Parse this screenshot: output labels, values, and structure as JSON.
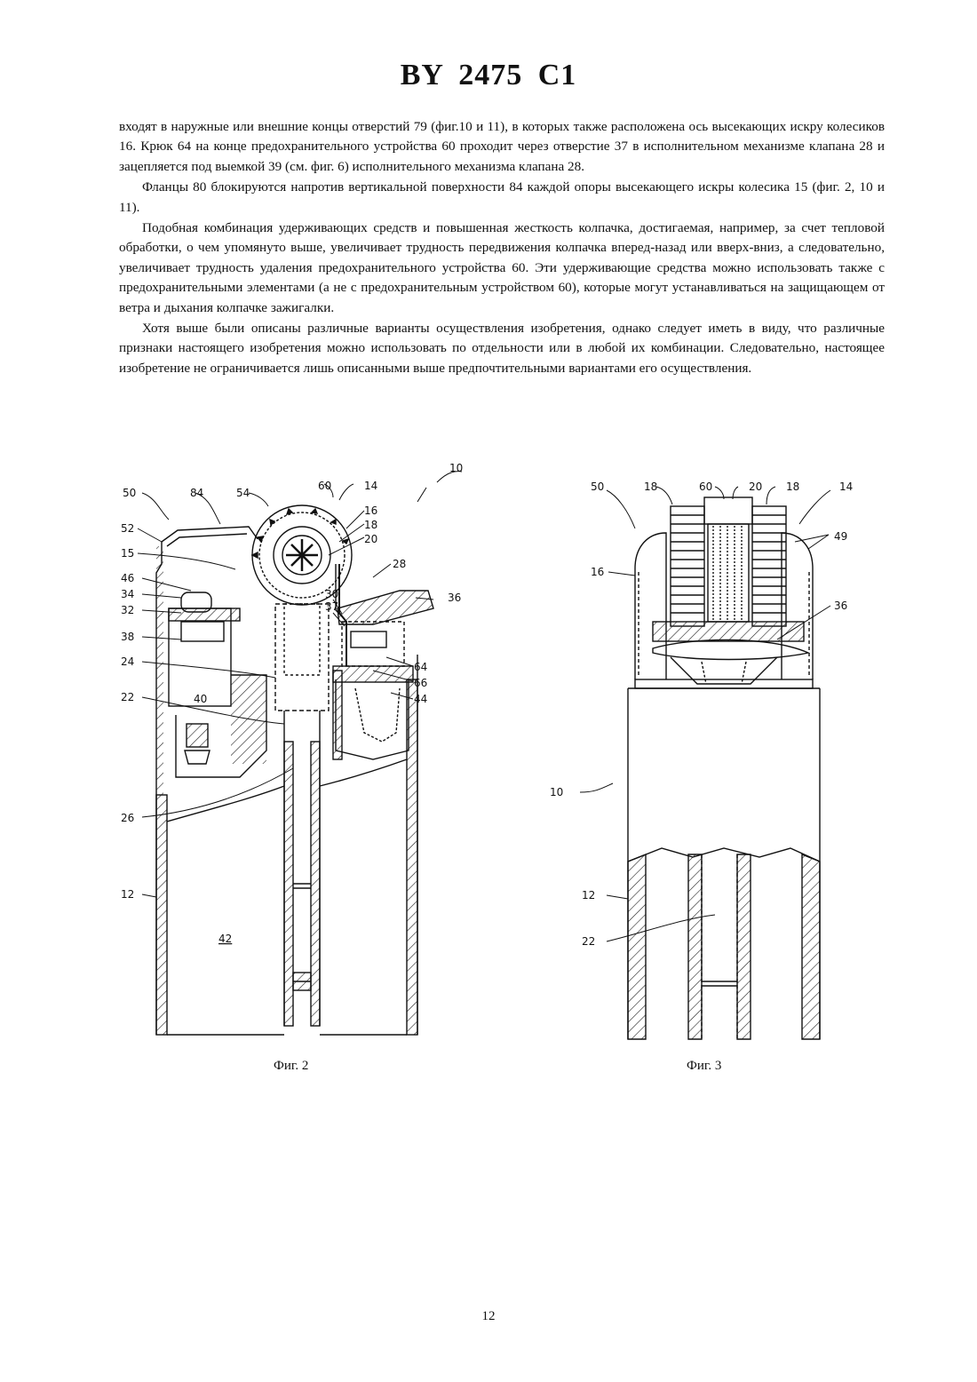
{
  "header": {
    "title": "BY 2475 C1"
  },
  "body": {
    "paragraphs": [
      "входят в наружные или внешние концы отверстий 79 (фиг.10 и 11), в которых также расположена ось высекающих искру колесиков 16. Крюк 64 на конце предохранительного устройства 60 проходит через отверстие 37 в исполнительном механизме клапана 28 и зацепляется под выемкой 39 (см. фиг. 6) исполнительного механизма клапана 28.",
      "Фланцы 80 блокируются напротив вертикальной поверхности 84 каждой опоры высекающего искры колесика 15 (фиг. 2, 10 и 11).",
      "Подобная комбинация удерживающих средств и повышенная жесткость колпачка, достигаемая, например, за счет тепловой обработки, о чем упомянуто выше, увеличивает трудность передвижения колпачка вперед-назад или вверх-вниз, а следовательно, увеличивает трудность удаления предохранительного устройства 60. Эти удерживающие средства можно использовать также с предохранительными элементами (а не с предохранительным устройством 60), которые могут устанавливаться на защищающем от ветра и дыхания колпачке зажигалки.",
      "Хотя выше были описаны различные варианты осуществления изобретения, однако следует иметь в виду, что различные признаки настоящего изобретения можно использовать по отдельности или в любой их комбинации. Следовательно, настоящее изобретение не ограничивается лишь описанными выше предпочтительными вариантами его осуществления."
    ]
  },
  "figures": {
    "fig2": {
      "caption": "Фиг. 2",
      "labels": {
        "l10": "10",
        "l50": "50",
        "l84": "84",
        "l54": "54",
        "l60": "60",
        "l14": "14",
        "l16": "16",
        "l18": "18",
        "l20": "20",
        "l52": "52",
        "l15": "15",
        "l28": "28",
        "l46": "46",
        "l34": "34",
        "l30": "30",
        "l37": "37",
        "l36": "36",
        "l32": "32",
        "l38": "38",
        "l24": "24",
        "l64": "64",
        "l66": "66",
        "l22": "22",
        "l40": "40",
        "l44": "44",
        "l26": "26",
        "l12": "12",
        "l42": "42"
      }
    },
    "fig3": {
      "caption": "Фиг. 3",
      "labels": {
        "l50": "50",
        "l18a": "18",
        "l60": "60",
        "l20": "20",
        "l18b": "18",
        "l14": "14",
        "l49": "49",
        "l16": "16",
        "l36": "36",
        "l10": "10",
        "l12": "12",
        "l22": "22"
      }
    }
  },
  "page": {
    "number": "12"
  }
}
